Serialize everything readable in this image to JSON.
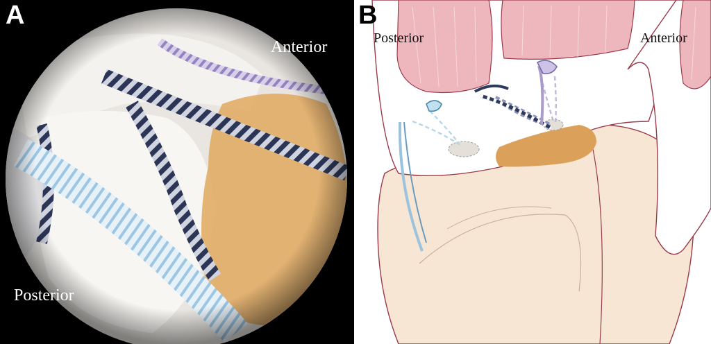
{
  "panels": [
    {
      "letter": "A",
      "kind": "arthroscopic-photo",
      "labels": {
        "anterior": "Anterior",
        "posterior": "Posterior"
      }
    },
    {
      "letter": "B",
      "kind": "schematic-illustration",
      "labels": {
        "posterior": "Posterior",
        "anterior": "Anterior"
      }
    }
  ],
  "colors": {
    "background_a": "#000000",
    "tissue_white": "#f1efeb",
    "footprint_orange": "#d9a560",
    "bone": "#f6e6d3",
    "muscle_pink": "#eeb7bd",
    "suture_purple": "#a99cc9",
    "suture_blue": "#a9cfe6",
    "suture_dark": "#2e3a5c"
  }
}
